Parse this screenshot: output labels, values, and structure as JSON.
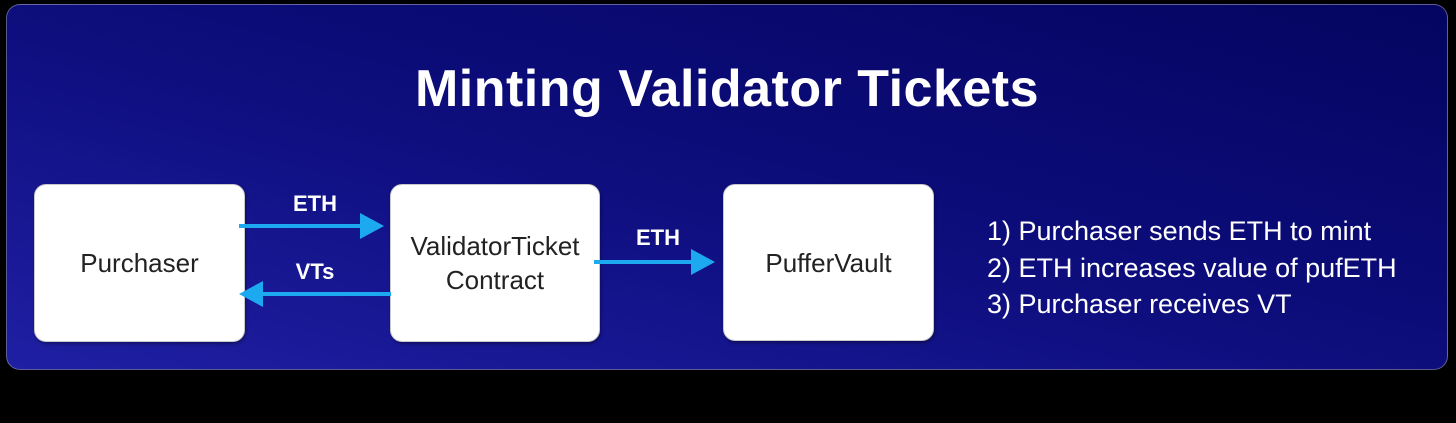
{
  "title": "Minting Validator Tickets",
  "nodes": {
    "purchaser": {
      "label": "Purchaser"
    },
    "validator_ticket_contract": {
      "label": "ValidatorTicket Contract"
    },
    "puffer_vault": {
      "label": "PufferVault"
    }
  },
  "arrows": {
    "purchaser_to_contract": {
      "label": "ETH",
      "direction": "right"
    },
    "contract_to_purchaser": {
      "label": "VTs",
      "direction": "left"
    },
    "contract_to_vault": {
      "label": "ETH",
      "direction": "right"
    }
  },
  "steps": {
    "line1": "1) Purchaser sends ETH to mint",
    "line2": "2) ETH increases value of pufETH",
    "line3": "3) Purchaser receives VT"
  },
  "colors": {
    "panel_gradient_dark": "#040461",
    "panel_gradient_light": "#1f1fa4",
    "arrow": "#1da9f0",
    "node_background": "#ffffff",
    "node_text": "#222222",
    "text": "#ffffff",
    "frame": "#000000"
  }
}
